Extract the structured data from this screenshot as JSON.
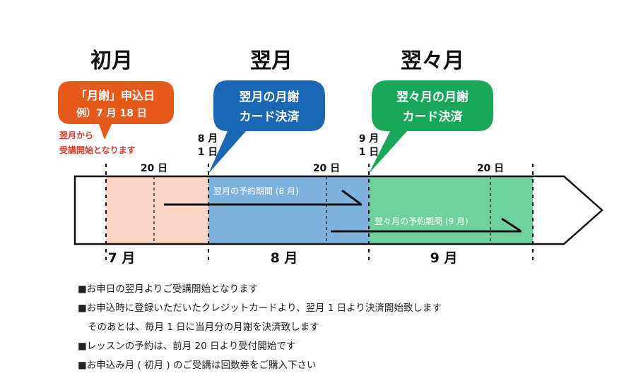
{
  "headers": {
    "first": "初月",
    "second": "翌月",
    "third": "翌々月"
  },
  "bubble_orange": {
    "line1": "「月謝」申込日",
    "line2": "例）7 月 18 日",
    "color": "#e85a1b"
  },
  "bubble_orange_note": {
    "line1": "翌月から",
    "line2": "受講開始となります"
  },
  "bubble_blue": {
    "line1": "翌月の月謝",
    "line2": "カード決済",
    "color": "#1a67b3"
  },
  "bubble_green": {
    "line1": "翌々月の月謝",
    "line2": "カード決済",
    "color": "#19a85a"
  },
  "date_markers": {
    "aug_line1": "8 月",
    "aug_line2": "1 日",
    "sep_line1": "9 月",
    "sep_line2": "1 日",
    "d20_a": "20 日",
    "d20_b": "20 日",
    "d20_c": "20 日"
  },
  "period_labels": {
    "aug": "翌月の予約期間 (8 月)",
    "sep": "翌々月の予約期間 (9 月)"
  },
  "month_labels": {
    "jul": "7 月",
    "aug": "8 月",
    "sep": "9 月"
  },
  "colors": {
    "pink": "#fad4c4",
    "blue": "#7fb2dc",
    "green": "#6fd1a0"
  },
  "notes": [
    "■お申日の翌月よりご受講開始となります",
    "■お申込時に登録いただいたクレジットカードより、翌月 1 日より決済開始致します",
    "そのあとは、毎月 1 日に当月分の月謝を決済致します",
    "■レッスンの予約は、前月 20 日より受付開始です",
    "■お申込み月 ( 初月 ) のご受講は回数券をご購入下さい"
  ]
}
